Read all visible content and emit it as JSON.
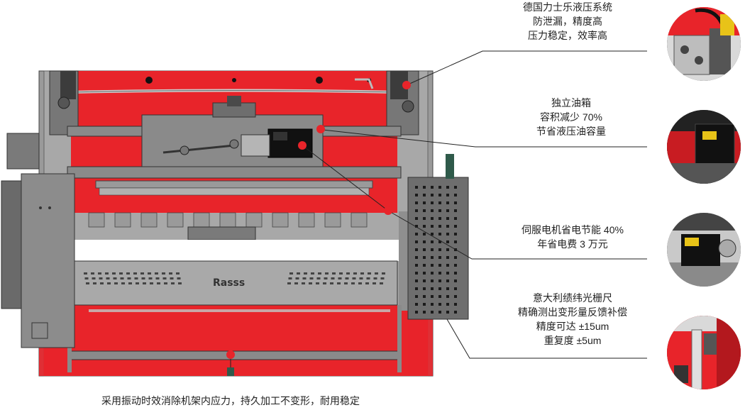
{
  "colors": {
    "frame_red": "#e8242a",
    "frame_grey": "#8c8c8c",
    "dark_grey": "#5a5a5a",
    "hotspot_red": "#e8242a",
    "leader_line": "#222222"
  },
  "logo_text": "Rasss",
  "callouts": [
    {
      "lines": [
        "德国力士乐液压系统",
        "防泄漏，精度高",
        "压力稳定，效率高"
      ]
    },
    {
      "lines": [
        "独立油箱",
        "容积减少 70%",
        "节省液压油容量"
      ]
    },
    {
      "lines": [
        "伺服电机省电节能 40%",
        "年省电费 3 万元"
      ]
    },
    {
      "lines": [
        "意大利绩纬光栅尺",
        "精确测出变形量反馈补偿",
        "精度可达 ±15um",
        "重复度 ±5um"
      ]
    }
  ],
  "bottom_caption": "采用振动时效消除机架内应力，持久加工不变形，耐用稳定"
}
